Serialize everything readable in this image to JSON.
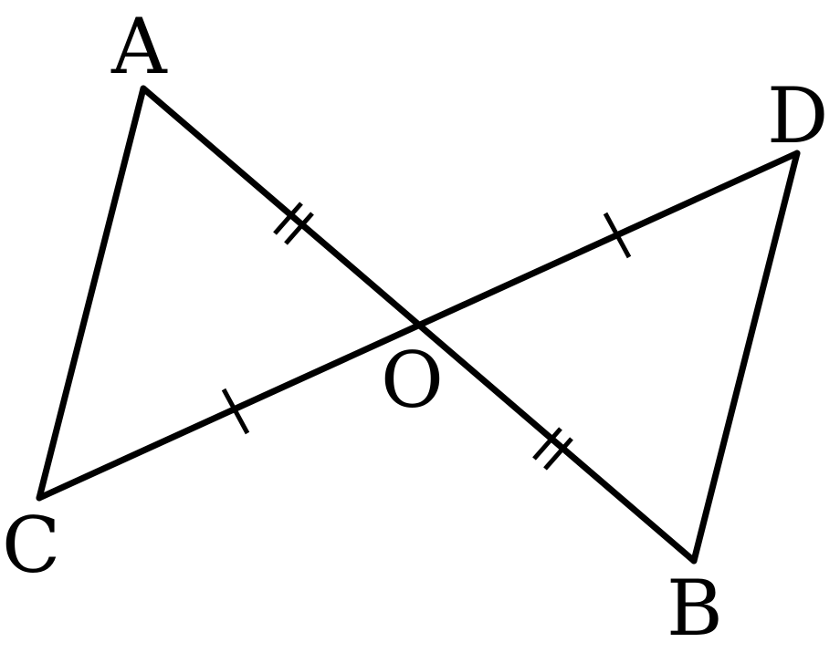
{
  "points": {
    "A": "A",
    "B": "B",
    "C": "C",
    "D": "D",
    "O": "O"
  },
  "colors": {
    "stroke": "#000000",
    "background": "#ffffff"
  },
  "equal_segments": [
    {
      "segments": [
        "AO",
        "OB"
      ],
      "marks": 2
    },
    {
      "segments": [
        "CO",
        "OD"
      ],
      "marks": 1
    }
  ]
}
